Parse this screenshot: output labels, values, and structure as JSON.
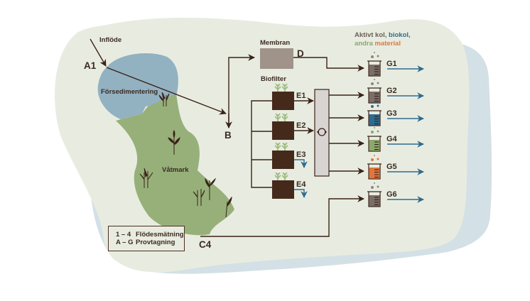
{
  "labels": {
    "inflow": "Inflöde",
    "a1": "A1",
    "presedimentation": "Försedimentering",
    "wetland": "Våtmark",
    "b": "B",
    "c4": "C4",
    "membrane": "Membran",
    "d": "D",
    "biofilter": "Biofilter"
  },
  "biofilters": [
    {
      "id": "E1",
      "outlet": "mixer"
    },
    {
      "id": "E2",
      "outlet": "mixer"
    },
    {
      "id": "E3",
      "outlet": "drain"
    },
    {
      "id": "E4",
      "outlet": "drain"
    }
  ],
  "media_title": {
    "line1": [
      {
        "text": "Aktivt kol",
        "color": "#6b5f57"
      },
      {
        "text": ", ",
        "color": "#6b5f57"
      },
      {
        "text": "biokol",
        "color": "#2f6b8f"
      },
      {
        "text": ",",
        "color": "#6b5f57"
      }
    ],
    "line2": [
      {
        "text": "andra",
        "color": "#8aa86a"
      },
      {
        "text": " ",
        "color": "#6b5f57"
      },
      {
        "text": "material",
        "color": "#e0763e"
      }
    ]
  },
  "columns": [
    {
      "id": "G1",
      "fill": "#7a6e67",
      "dot": "#8f8580",
      "source": "D"
    },
    {
      "id": "G2",
      "fill": "#7a6e67",
      "dot": "#8f8580",
      "source": "mixer"
    },
    {
      "id": "G3",
      "fill": "#2f6b8f",
      "dot": "#2f6b8f",
      "source": "mixer"
    },
    {
      "id": "G4",
      "fill": "#8aa86a",
      "dot": "#8aa86a",
      "source": "mixer"
    },
    {
      "id": "G5",
      "fill": "#e0763e",
      "dot": "#e0763e",
      "source": "mixer"
    },
    {
      "id": "G6",
      "fill": "#7a6e67",
      "dot": "#8f8580",
      "source": "C4"
    }
  ],
  "legend": {
    "rows": [
      {
        "key": "1 – 4",
        "text": "Flödesmätning"
      },
      {
        "key": "A – G",
        "text": "Provtagning"
      }
    ]
  },
  "colors": {
    "background_blob": "#e8ece0",
    "shadow_blob": "#d3e0e6",
    "pond": "#92b2c2",
    "wetland": "#97b07a",
    "line": "#3b2218",
    "membrane": "#a0938a",
    "soil": "#452a1c",
    "plant": "#9dbb7c",
    "mixer": "#d8d4d2",
    "outflow": "#2f6b8f"
  }
}
